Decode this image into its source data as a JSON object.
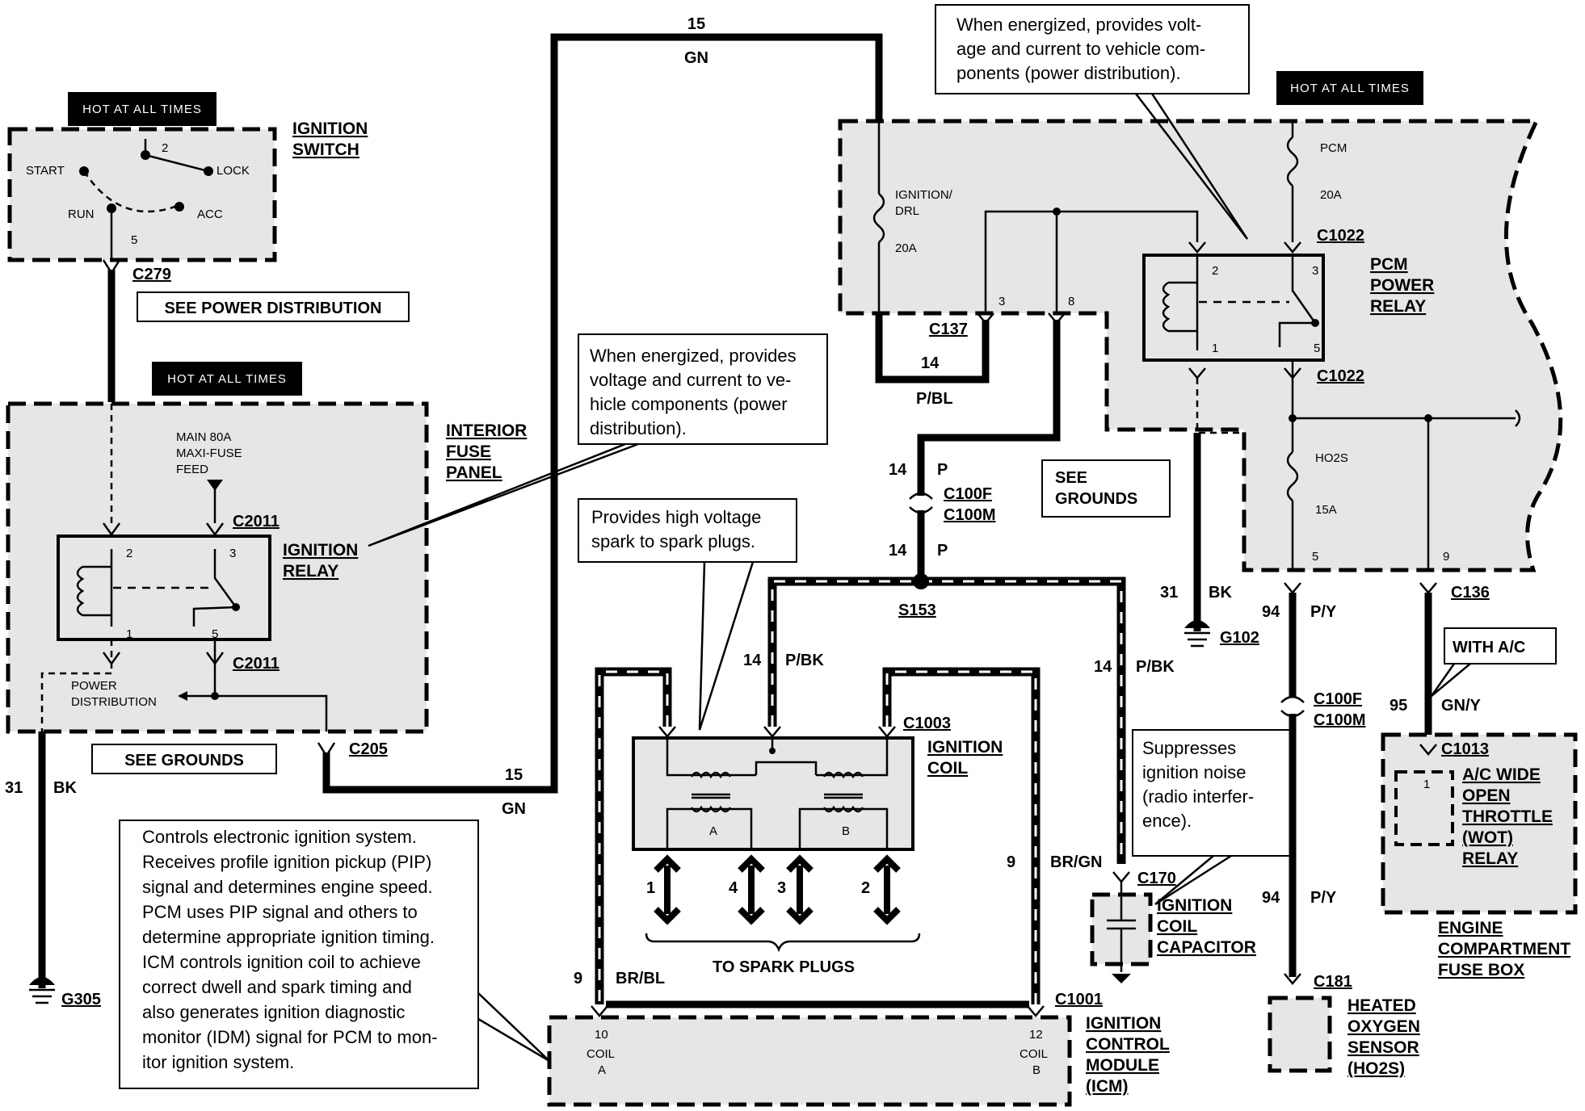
{
  "hot_labels": {
    "a": "HOT AT ALL TIMES",
    "b": "HOT AT ALL TIMES",
    "c": "HOT AT ALL TIMES"
  },
  "ignition_switch": {
    "title_l1": "IGNITION",
    "title_l2": "SWITCH",
    "start": "START",
    "lock": "LOCK",
    "run": "RUN",
    "acc": "ACC",
    "pin_top": "2",
    "pin_bottom": "5",
    "connector": "C279"
  },
  "see_power_distribution": "SEE POWER DISTRIBUTION",
  "interior_fuse_panel": {
    "title_l1": "INTERIOR",
    "title_l2": "FUSE",
    "title_l3": "PANEL",
    "feed_l1": "MAIN 80A",
    "feed_l2": "MAXI-FUSE",
    "feed_l3": "FEED",
    "conn_top": "C2011",
    "conn_bottom": "C2011",
    "relay_l1": "IGNITION",
    "relay_l2": "RELAY",
    "pin2": "2",
    "pin3": "3",
    "pin1": "1",
    "pin5": "5",
    "power_l1": "POWER",
    "power_l2": "DISTRIBUTION",
    "c205": "C205"
  },
  "see_grounds_left": "SEE GROUNDS",
  "left_ground": {
    "gauge": "31",
    "color": "BK",
    "ground": "G305"
  },
  "gn_wire": {
    "gauge_top": "15",
    "color_top": "GN",
    "gauge_bottom": "15",
    "color_bottom": "GN"
  },
  "notes": {
    "relay_note": "When energized, provides voltage and current to vehicle components (power distribution).",
    "relay_note_lines": [
      "When energized, provides",
      "voltage and current to ve-",
      "hicle components (power",
      "distribution)."
    ],
    "pcm_note_lines": [
      "When energized, provides volt-",
      "age and current to vehicle com-",
      "ponents (power distribution)."
    ],
    "spark_note_lines": [
      "Provides high voltage",
      "spark to spark plugs."
    ],
    "cap_note_lines": [
      "Suppresses",
      "ignition noise",
      "(radio interfer-",
      "ence)."
    ],
    "icm_note_lines": [
      "Controls electronic ignition system.",
      "Receives profile ignition pickup (PIP)",
      "signal and determines engine speed.",
      "PCM uses PIP signal and others to",
      "determine appropriate ignition timing.",
      "ICM controls ignition coil to achieve",
      "correct dwell and spark timing and",
      "also generates ignition diagnostic",
      "monitor (IDM) signal for PCM to mon-",
      "itor ignition system."
    ]
  },
  "engine_fuse_box": {
    "ign_fuse_l1": "IGNITION/",
    "ign_fuse_l2": "DRL",
    "ign_fuse_amp": "20A",
    "pcm_fuse": "PCM",
    "pcm_fuse_amp": "20A",
    "conn_c1022_top": "C1022",
    "conn_c1022_bot": "C1022",
    "relay_l1": "PCM",
    "relay_l2": "POWER",
    "relay_l3": "RELAY",
    "pin2": "2",
    "pin3": "3",
    "pin1": "1",
    "pin5": "5",
    "c137": "C137",
    "c137_pin3": "3",
    "c137_pin8": "8",
    "ho2s_fuse": "HO2S",
    "ho2s_amp": "15A",
    "c136_pin5": "5",
    "c136_pin9": "9",
    "c136": "C136",
    "title_l1": "ENGINE",
    "title_l2": "COMPARTMENT",
    "title_l3": "FUSE BOX"
  },
  "pbl_wire": {
    "gauge": "14",
    "color": "P/BL"
  },
  "p_wire": {
    "gauge_a": "14",
    "color_a": "P",
    "gauge_b": "14",
    "color_b": "P",
    "conn_l1": "C100F",
    "conn_l2": "C100M"
  },
  "see_grounds_right_l1": "SEE",
  "see_grounds_right_l2": "GROUNDS",
  "g102": {
    "gauge": "31",
    "color": "BK",
    "ground": "G102"
  },
  "s153": "S153",
  "pbk_left": {
    "gauge": "14",
    "color": "P/BK"
  },
  "pbk_right": {
    "gauge": "14",
    "color": "P/BK"
  },
  "ignition_coil": {
    "conn": "C1003",
    "title_l1": "IGNITION",
    "title_l2": "COIL",
    "a": "A",
    "b": "B",
    "plug1": "1",
    "plug4": "4",
    "plug3": "3",
    "plug2": "2",
    "to_spark_plugs": "TO SPARK PLUGS"
  },
  "brgn_wire": {
    "gauge": "9",
    "color": "BR/GN"
  },
  "brbl_wire": {
    "gauge": "9",
    "color": "BR/BL"
  },
  "capacitor": {
    "conn": "C170",
    "title_l1": "IGNITION",
    "title_l2": "COIL",
    "title_l3": "CAPACITOR"
  },
  "icm": {
    "conn": "C1001",
    "pin_a": "10",
    "coil_a_l1": "COIL",
    "coil_a_l2": "A",
    "pin_b": "12",
    "coil_b_l1": "COIL",
    "coil_b_l2": "B",
    "title_l1": "IGNITION",
    "title_l2": "CONTROL",
    "title_l3": "MODULE",
    "title_l4": "(ICM)"
  },
  "py_wire": {
    "gauge_a": "94",
    "color_a": "P/Y",
    "gauge_b": "94",
    "color_b": "P/Y",
    "conn_l1": "C100F",
    "conn_l2": "C100M",
    "conn_c181": "C181"
  },
  "ho2s": {
    "title_l1": "HEATED",
    "title_l2": "OXYGEN",
    "title_l3": "SENSOR",
    "title_l4": "(HO2S)"
  },
  "with_ac": "WITH A/C",
  "gny_wire": {
    "gauge": "95",
    "color": "GN/Y"
  },
  "wot_relay": {
    "conn": "C1013",
    "pin": "1",
    "title_l1": "A/C WIDE",
    "title_l2": "OPEN",
    "title_l3": "THROTTLE",
    "title_l4": "(WOT)",
    "title_l5": "RELAY"
  }
}
